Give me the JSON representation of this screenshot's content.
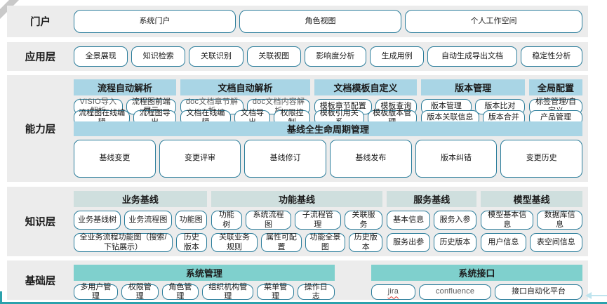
{
  "colors": {
    "band_bg": "#ececec",
    "header_blue": "#a9d5e5",
    "header_gray_teal": "#cfdfde",
    "header_teal": "#7fd0cd",
    "button_border": "#2b7d9b",
    "bottom_line": "#2ba1ac",
    "arrow": "#bfe4ee"
  },
  "decorations": {
    "spellcheck_word": "jira"
  },
  "layers": [
    {
      "id": "portal",
      "label": "门户",
      "buttons": [
        "系统门户",
        "角色视图",
        "个人工作空间"
      ]
    },
    {
      "id": "application",
      "label": "应用层",
      "buttons": [
        "全景展现",
        "知识检索",
        "关联识别",
        "关联视图",
        "影响度分析",
        "生成用例",
        "自动生成导出文档",
        "稳定性分析"
      ]
    },
    {
      "id": "capability",
      "label": "能力层",
      "groups": [
        {
          "title": "流程自动解析",
          "rows": [
            [
              "VISIO导入解析",
              "流程图前端展示"
            ],
            [
              "流程图在线编辑",
              "流程图导出"
            ]
          ]
        },
        {
          "title": "文档自动解析",
          "rows": [
            [
              "doc文档章节解析",
              "doc文档内容解析"
            ],
            [
              "文档在线编辑",
              "文档导出",
              "权限控制"
            ]
          ]
        },
        {
          "title": "文档模板自定义",
          "rows": [
            [
              "模板章节配置",
              "模板查询"
            ],
            [
              "模板引用关系",
              "模板版本管理"
            ]
          ]
        },
        {
          "title": "版本管理",
          "rows": [
            [
              "版本管理",
              "版本比对"
            ],
            [
              "版本关联信息",
              "版本合并"
            ]
          ]
        },
        {
          "title": "全局配置",
          "rows": [
            [
              "标签管理/自定义"
            ],
            [
              "产品管理"
            ]
          ]
        }
      ],
      "baseline": {
        "title": "基线全生命周期管理",
        "buttons": [
          "基线变更",
          "变更评审",
          "基线修订",
          "基线发布",
          "版本纠错",
          "变更历史"
        ]
      }
    },
    {
      "id": "knowledge",
      "label": "知识层",
      "groups": [
        {
          "title": "业务基线",
          "rows": [
            [
              "业务基线树",
              "业务流程图",
              "功能图"
            ],
            [
              "全业务流程功能图（搜索/下钻展示）",
              "历史版本"
            ]
          ]
        },
        {
          "title": "功能基线",
          "rows": [
            [
              "功能树",
              "系统流程图",
              "子流程管理",
              "关联服务"
            ],
            [
              "关联业务规则",
              "属性可配置",
              "功能全景图",
              "历史版本"
            ]
          ]
        },
        {
          "title": "服务基线",
          "rows": [
            [
              "基本信息",
              "服务入参"
            ],
            [
              "服务出参",
              "历史版本"
            ]
          ]
        },
        {
          "title": "模型基线",
          "rows": [
            [
              "模型基本信息",
              "数据库信息"
            ],
            [
              "用户信息",
              "表空间信息"
            ]
          ]
        }
      ]
    },
    {
      "id": "foundation",
      "label": "基础层",
      "groups": [
        {
          "title": "系统管理",
          "rows": [
            [
              "多用户管理",
              "权限管理",
              "角色管理",
              "组织机构管理",
              "菜单管理",
              "操作日志"
            ]
          ]
        },
        {
          "title": "系统接口",
          "rows": [
            [
              "jira",
              "confluence",
              "接口自动化平台"
            ]
          ]
        }
      ]
    }
  ]
}
